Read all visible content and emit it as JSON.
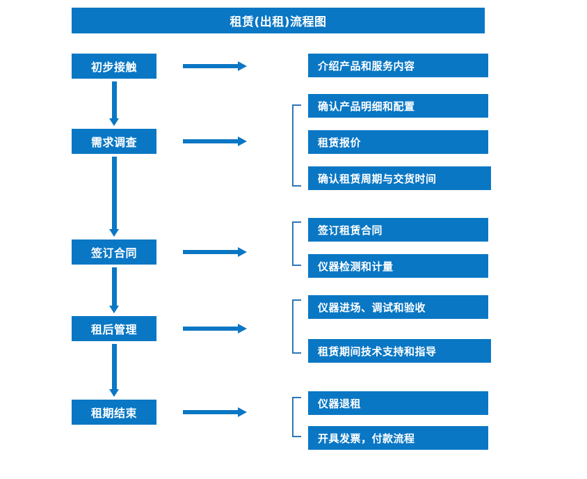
{
  "diagram": {
    "title": "租赁(出租)流程图",
    "colors": {
      "box_fill": "#0A77C4",
      "box_text": "#FFFFFF",
      "arrow": "#0A77C4",
      "bracket": "#2E75B6",
      "background": "#FFFFFF"
    },
    "stages": [
      {
        "label": "初步接触"
      },
      {
        "label": "需求调查"
      },
      {
        "label": "签订合同"
      },
      {
        "label": "租后管理"
      },
      {
        "label": "租期结束"
      }
    ],
    "groups": [
      {
        "stage": "初步接触",
        "has_bracket": false,
        "details": [
          {
            "label": "介绍产品和服务内容"
          }
        ]
      },
      {
        "stage": "需求调查",
        "has_bracket": true,
        "details": [
          {
            "label": "确认产品明细和配置"
          },
          {
            "label": "租赁报价"
          },
          {
            "label": "确认租赁周期与交货时间"
          }
        ]
      },
      {
        "stage": "签订合同",
        "has_bracket": true,
        "details": [
          {
            "label": "签订租赁合同"
          },
          {
            "label": "仪器检测和计量"
          }
        ]
      },
      {
        "stage": "租后管理",
        "has_bracket": true,
        "details": [
          {
            "label": "仪器进场、调试和验收"
          },
          {
            "label": "租赁期间技术支持和指导"
          }
        ]
      },
      {
        "stage": "租期结束",
        "has_bracket": true,
        "details": [
          {
            "label": "仪器退租"
          },
          {
            "label": "开具发票，付款流程"
          }
        ]
      }
    ]
  }
}
